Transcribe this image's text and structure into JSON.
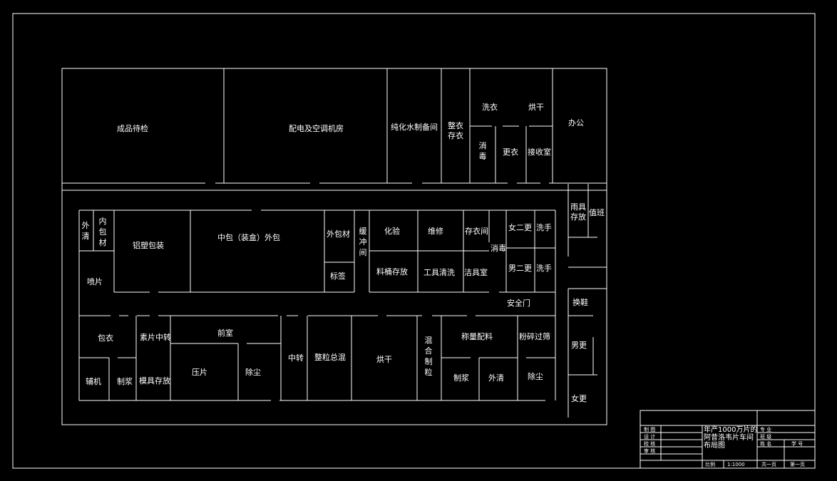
{
  "rooms": {
    "finished_storage": "成品待检",
    "power_ac_room": "配电及空调机房",
    "pure_water": "纯化水制备间",
    "dress_store": "整衣存衣",
    "laundry": "洗衣",
    "drying": "烘干",
    "office": "办公",
    "disinfect": "消毒",
    "change_clothes": "更衣",
    "receiving": "接收室",
    "rain_gear": "雨具存放",
    "duty": "值班",
    "outer_clean": "外清",
    "inner_pack": "内包材",
    "alu_plastic": "铝塑包装",
    "middle_outer_pack": "中包（装盒）外包",
    "outer_pack_material": "外包材",
    "buffer": "缓冲间",
    "lab_test": "化验",
    "repair": "维修",
    "locker_room": "存衣间",
    "female_change2": "女二更",
    "wash_hands_f": "洗手",
    "disinfect2": "消毒",
    "label": "标签",
    "bucket_store": "料桶存放",
    "tool_wash": "工具清洗",
    "clean_tools": "洁具室",
    "male_change2": "男二更",
    "wash_hands_m": "洗手",
    "coating": "喷片",
    "safety_door": "安全门",
    "shoe_change": "换鞋",
    "coating2": "包衣",
    "raw_tablet_transfer": "素片中转",
    "front_room": "前室",
    "transfer": "中转",
    "granulate_mix": "整粒总混",
    "dryer": "烘干",
    "mix_granulate": "混合制粒",
    "weigh_mix": "称量配料",
    "crush_sieve": "粉碎过筛",
    "male_change": "男更",
    "auxiliary": "辅机",
    "slurry_prep": "制浆",
    "mold_store": "模具存放",
    "tablet_press": "压片",
    "dust_removal": "除尘",
    "slurry_prep2": "制浆",
    "outer_clean2": "外清",
    "dust_removal2": "除尘",
    "female_change": "女更"
  },
  "title_block": {
    "drawing_title": "年产1000万片的阿昔洛韦片车间布局图",
    "made_by": "制 图",
    "designed_by": "设 计",
    "checked_by": "校 核",
    "reviewed_by": "审 核",
    "major": "专 业",
    "class": "班 级",
    "name": "姓 名",
    "student_id": "学 号",
    "scale_label": "比例",
    "scale_value": "1:1000",
    "total_pages": "共一页",
    "page_no": "第一页"
  }
}
